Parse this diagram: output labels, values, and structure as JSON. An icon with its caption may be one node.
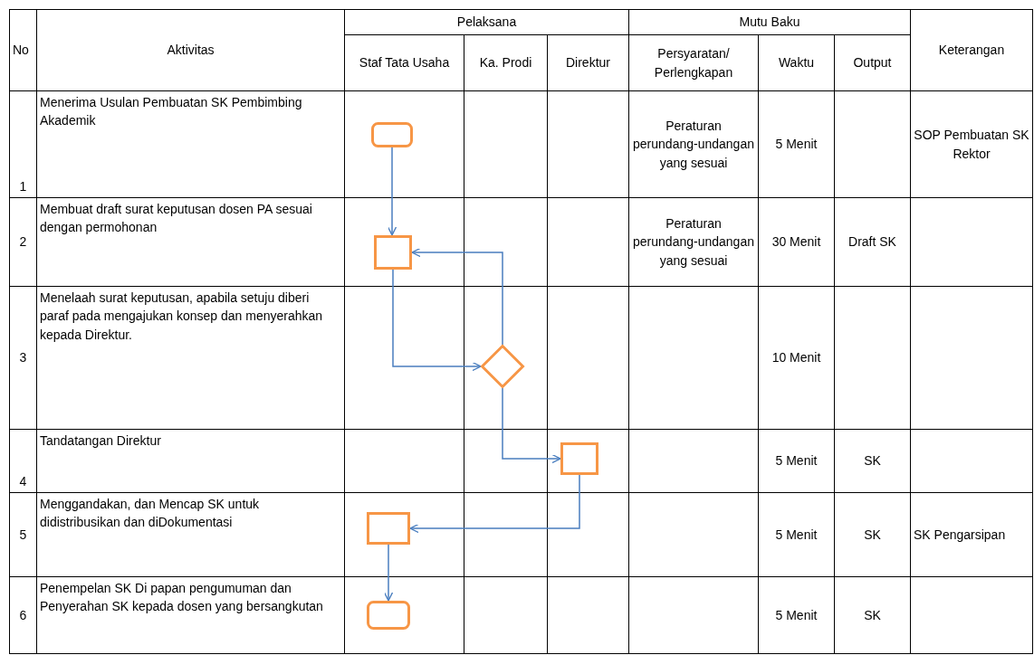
{
  "diagram": {
    "nodes": [
      {
        "text": [],
        "shape": "box"
      },
      {
        "text": [],
        "shape": "box"
      },
      {
        "text": [],
        "shape": "diamond"
      },
      {
        "text": [],
        "shape": "box"
      },
      {
        "text": [],
        "shape": "box"
      },
      {
        "text": [],
        "shape": "box"
      }
    ],
    "edges": [
      {
        "from": 0,
        "to": 1,
        "arrow": "to"
      },
      {
        "from": 1,
        "to": 2,
        "arrow": "to"
      },
      {
        "from": 2,
        "to": 1,
        "arrow": "to"
      },
      {
        "from": 2,
        "to": 3,
        "arrow": "to"
      },
      {
        "from": 3,
        "to": 4,
        "arrow": "to"
      },
      {
        "from": 4,
        "to": 5,
        "arrow": "to"
      }
    ],
    "labels": [
      "No",
      "Aktivitas",
      "Pelaksana",
      "Mutu Baku",
      "Keterangan",
      "Staf Tata Usaha",
      "Ka. Prodi",
      "Direktur",
      "Persyaratan/ Perlengkapan",
      "Waktu",
      "Output",
      "1",
      "Menerima Usulan Pembuatan SK Pembimbing Akademik",
      "Peraturan perundang-undangan yang sesuai",
      "5 Menit",
      "SOP Pembuatan SK Rektor",
      "2",
      "Membuat draft surat keputusan dosen PA sesuai dengan permohonan",
      "Peraturan perundang-undangan yang sesuai",
      "30 Menit",
      "Draft SK",
      "3",
      "Menelaah surat keputusan, apabila setuju diberi paraf pada mengajukan konsep dan menyerahkan kepada Direktur.",
      "10 Menit",
      "4",
      "Tandatangan Direktur",
      "5 Menit",
      "SK",
      "5",
      "Menggandakan, dan Mencap SK untuk didistribusikan dan diDokumentasi",
      "5 Menit",
      "SK",
      "SK Pengarsipan",
      "6",
      "Penempelan SK Di papan pengumuman dan Penyerahan SK kepada dosen yang bersangkutan",
      "5 Menit",
      "SK"
    ]
  }
}
